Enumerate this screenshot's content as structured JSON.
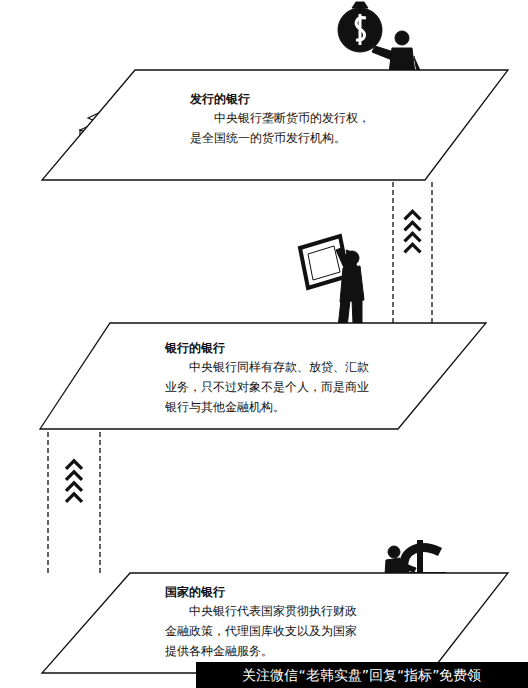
{
  "diagram": {
    "nodes": [
      {
        "text": [
          "发行的银行",
          "中央银行垄断货币的发行权，是全国统一的货币发行机构。"
        ]
      },
      {
        "text": [
          "银行的银行",
          "中央银行同样有存款、放贷、汇款业务，只不过对象不是个人，而是商业银行与其他金融机构。"
        ]
      },
      {
        "text": [
          "国家的银行",
          "中央银行代表国家贯彻执行财政金融政策，代理国库收支以及为国家提供各种金融服务。"
        ]
      }
    ],
    "edges": [
      {
        "from": 2,
        "to": 1,
        "arrow": "to"
      },
      {
        "from": 1,
        "to": 0,
        "arrow": "to"
      }
    ],
    "labels": [
      "关注微信“老韩实盘”回复“指标”免费领"
    ]
  }
}
